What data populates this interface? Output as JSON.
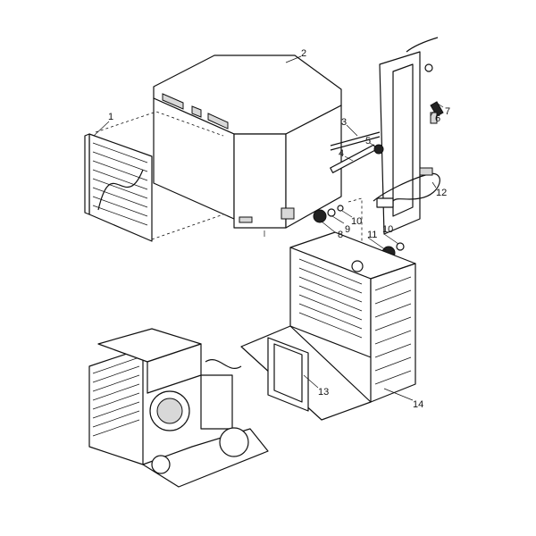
{
  "diagram": {
    "callouts": [
      "1",
      "2",
      "3",
      "4",
      "5",
      "6",
      "7",
      "8",
      "9",
      "10",
      "10",
      "11",
      "12",
      "13",
      "14"
    ]
  }
}
